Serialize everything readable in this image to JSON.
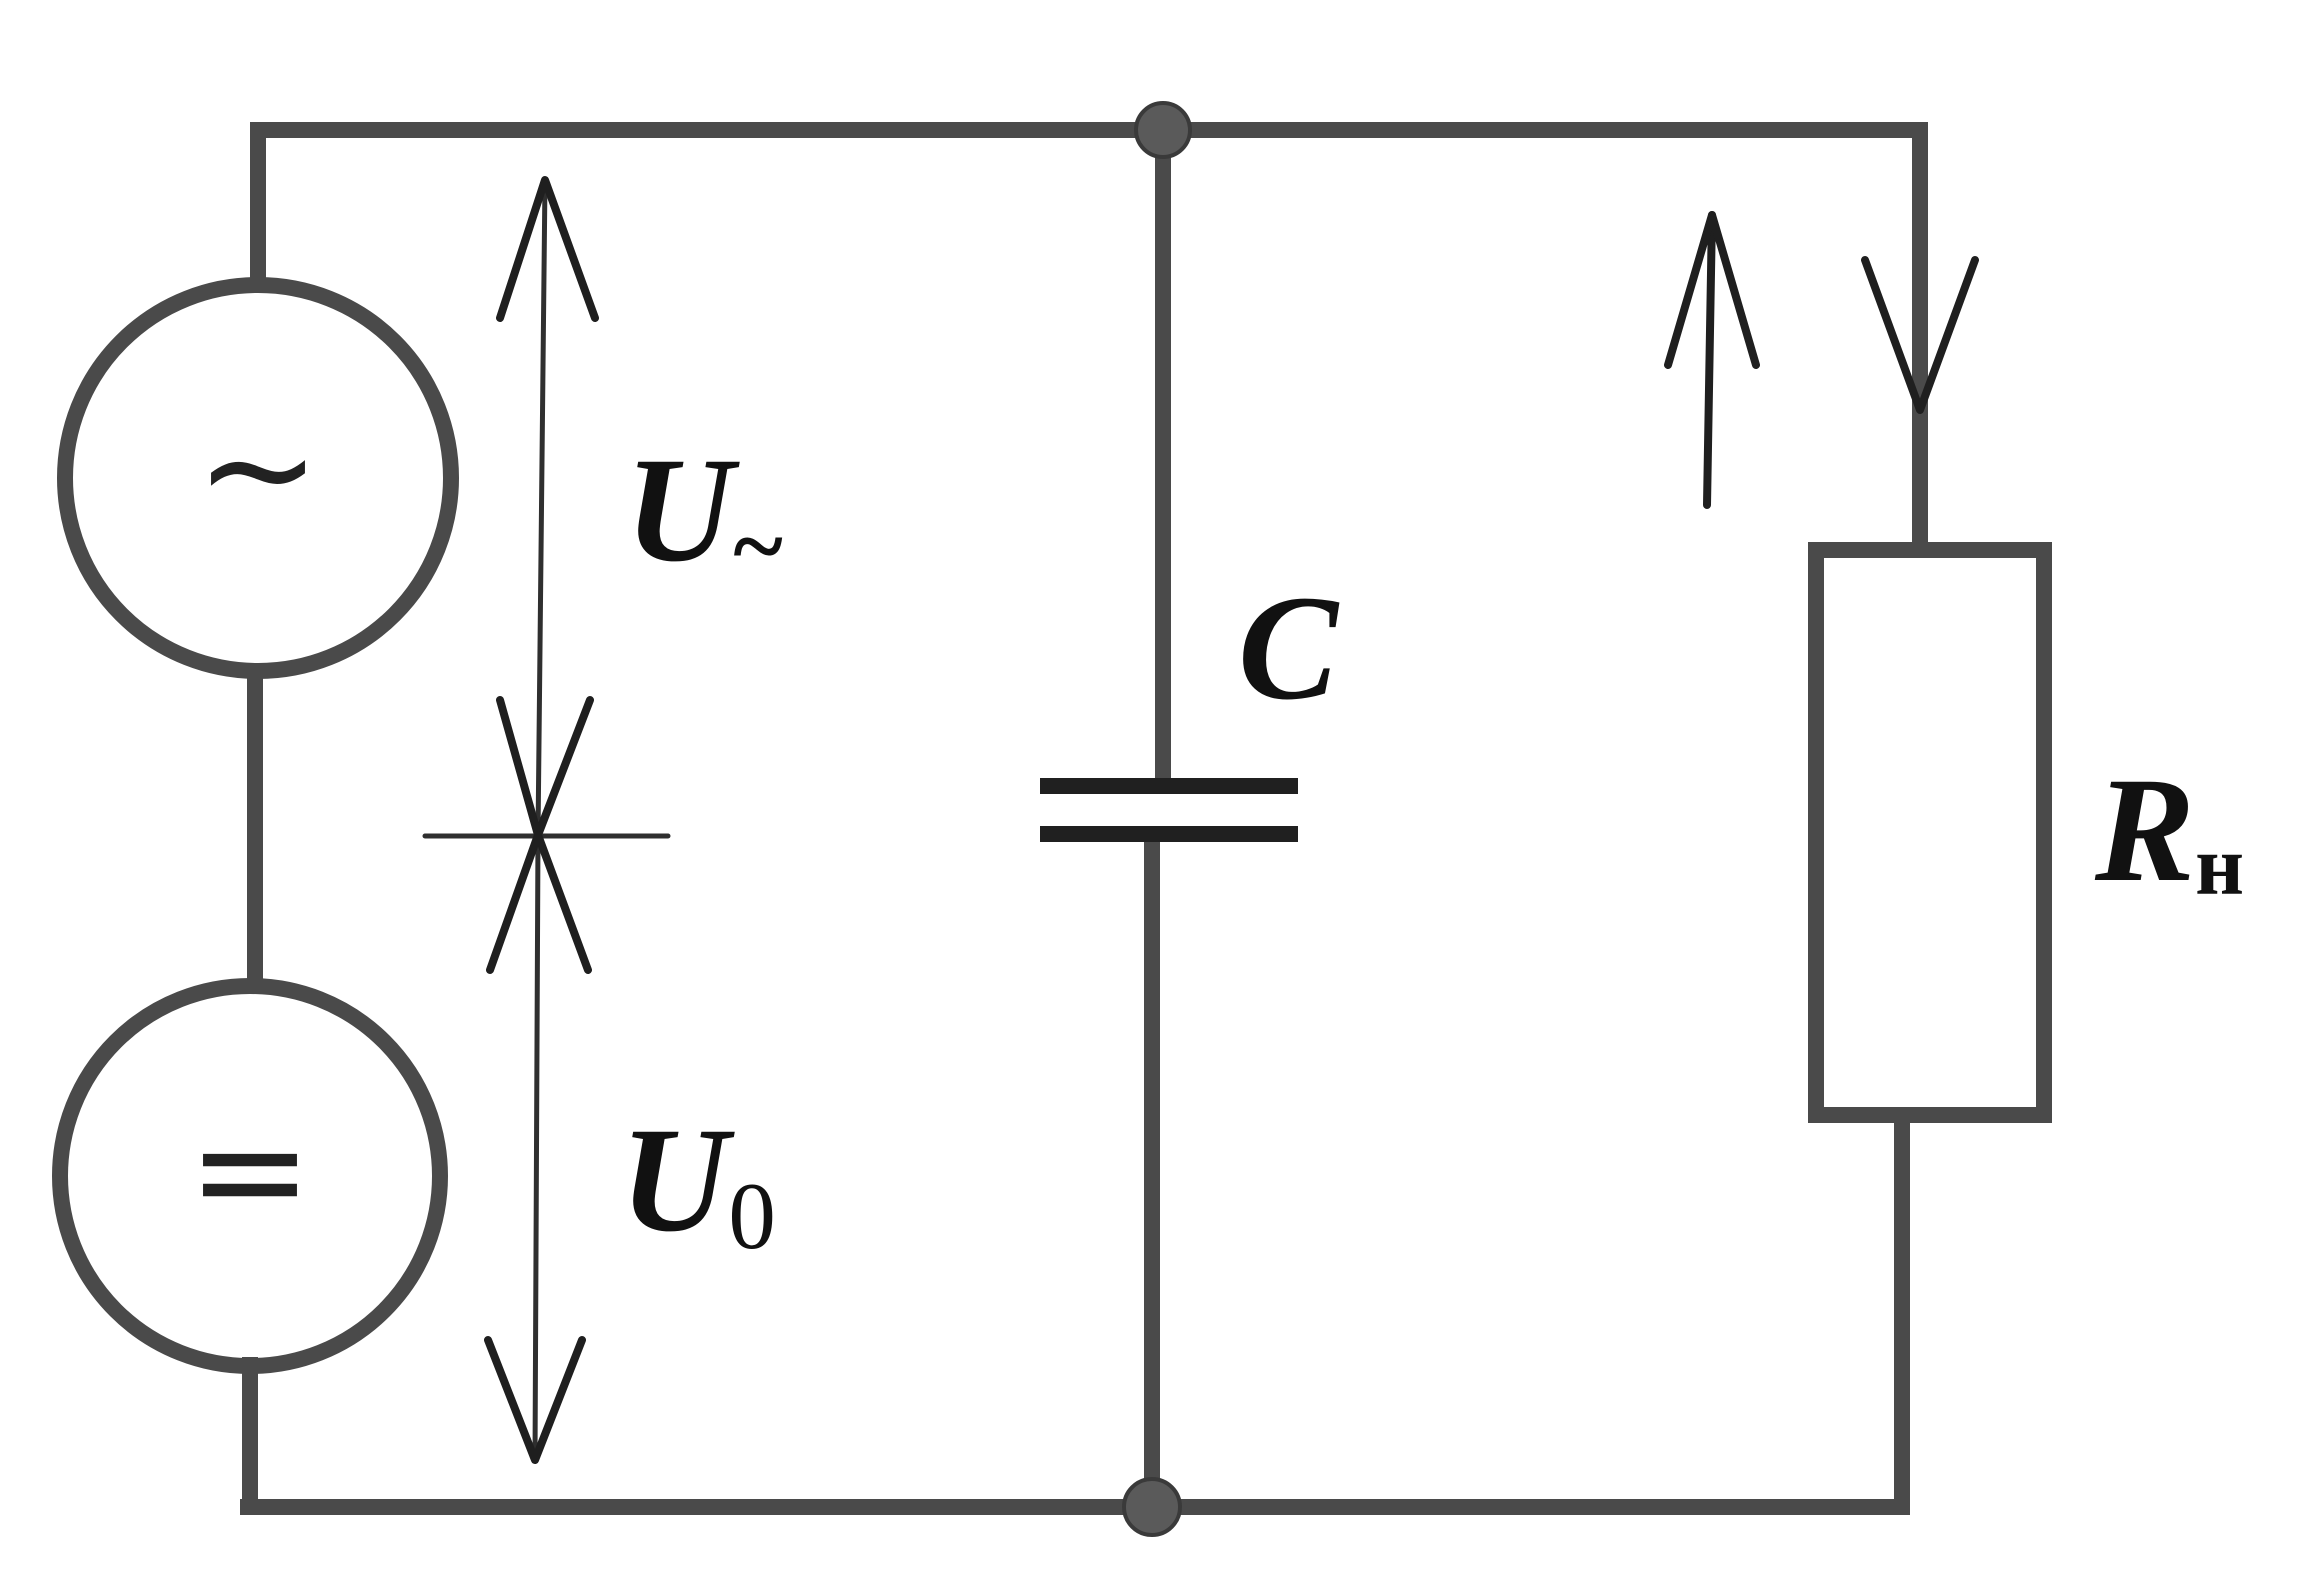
{
  "labels": {
    "ac_source_symbol": "~",
    "dc_source_symbol": "=",
    "ac_voltage_main": "U",
    "ac_voltage_sub": "~",
    "dc_voltage_main": "U",
    "dc_voltage_sub": "0",
    "capacitor": "C",
    "load_main": "R",
    "load_sub": "н"
  }
}
